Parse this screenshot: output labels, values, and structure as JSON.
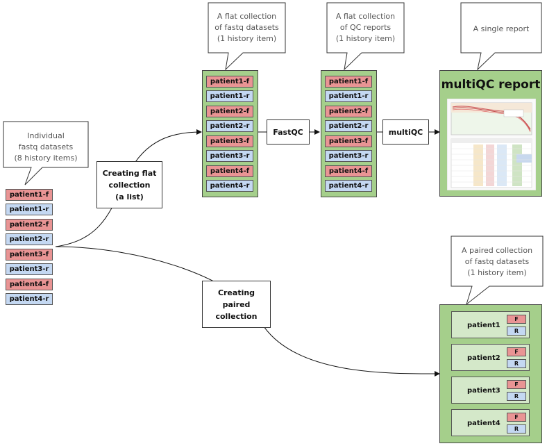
{
  "individual": {
    "callout": "Individual\nfastq datasets\n(8 history items)",
    "items": [
      {
        "label": "patient1-f",
        "kind": "f"
      },
      {
        "label": "patient1-r",
        "kind": "r"
      },
      {
        "label": "patient2-f",
        "kind": "f"
      },
      {
        "label": "patient2-r",
        "kind": "r"
      },
      {
        "label": "patient3-f",
        "kind": "f"
      },
      {
        "label": "patient3-r",
        "kind": "r"
      },
      {
        "label": "patient4-f",
        "kind": "f"
      },
      {
        "label": "patient4-r",
        "kind": "r"
      }
    ]
  },
  "steps": {
    "create_flat": "Creating flat\ncollection\n(a list)",
    "create_paired": "Creating\npaired\ncollection",
    "fastqc": "FastQC",
    "multiqc": "multiQC"
  },
  "flat_fastq": {
    "callout": "A flat collection\nof fastq datasets\n(1 history item)",
    "items": [
      "patient1-f",
      "patient1-r",
      "patient2-f",
      "patient2-r",
      "patient3-f",
      "patient3-r",
      "patient4-f",
      "patient4-r"
    ]
  },
  "flat_qc": {
    "callout": "A flat collection\nof QC reports\n(1 history item)",
    "items": [
      "patient1-f",
      "patient1-r",
      "patient2-f",
      "patient2-r",
      "patient3-f",
      "patient3-r",
      "patient4-f",
      "patient4-r"
    ]
  },
  "report": {
    "callout": "A single report",
    "title": "multiQC report"
  },
  "paired": {
    "callout": "A paired collection\nof fastq datasets\n(1 history item)",
    "pairs": [
      {
        "label": "patient1",
        "f": "F",
        "r": "R"
      },
      {
        "label": "patient2",
        "f": "F",
        "r": "R"
      },
      {
        "label": "patient3",
        "f": "F",
        "r": "R"
      },
      {
        "label": "patient4",
        "f": "F",
        "r": "R"
      }
    ]
  },
  "colors": {
    "forward": "#e99494",
    "reverse": "#c4d8f2",
    "collection": "#a5cf8b",
    "pair_box": "#d4e8c9"
  }
}
